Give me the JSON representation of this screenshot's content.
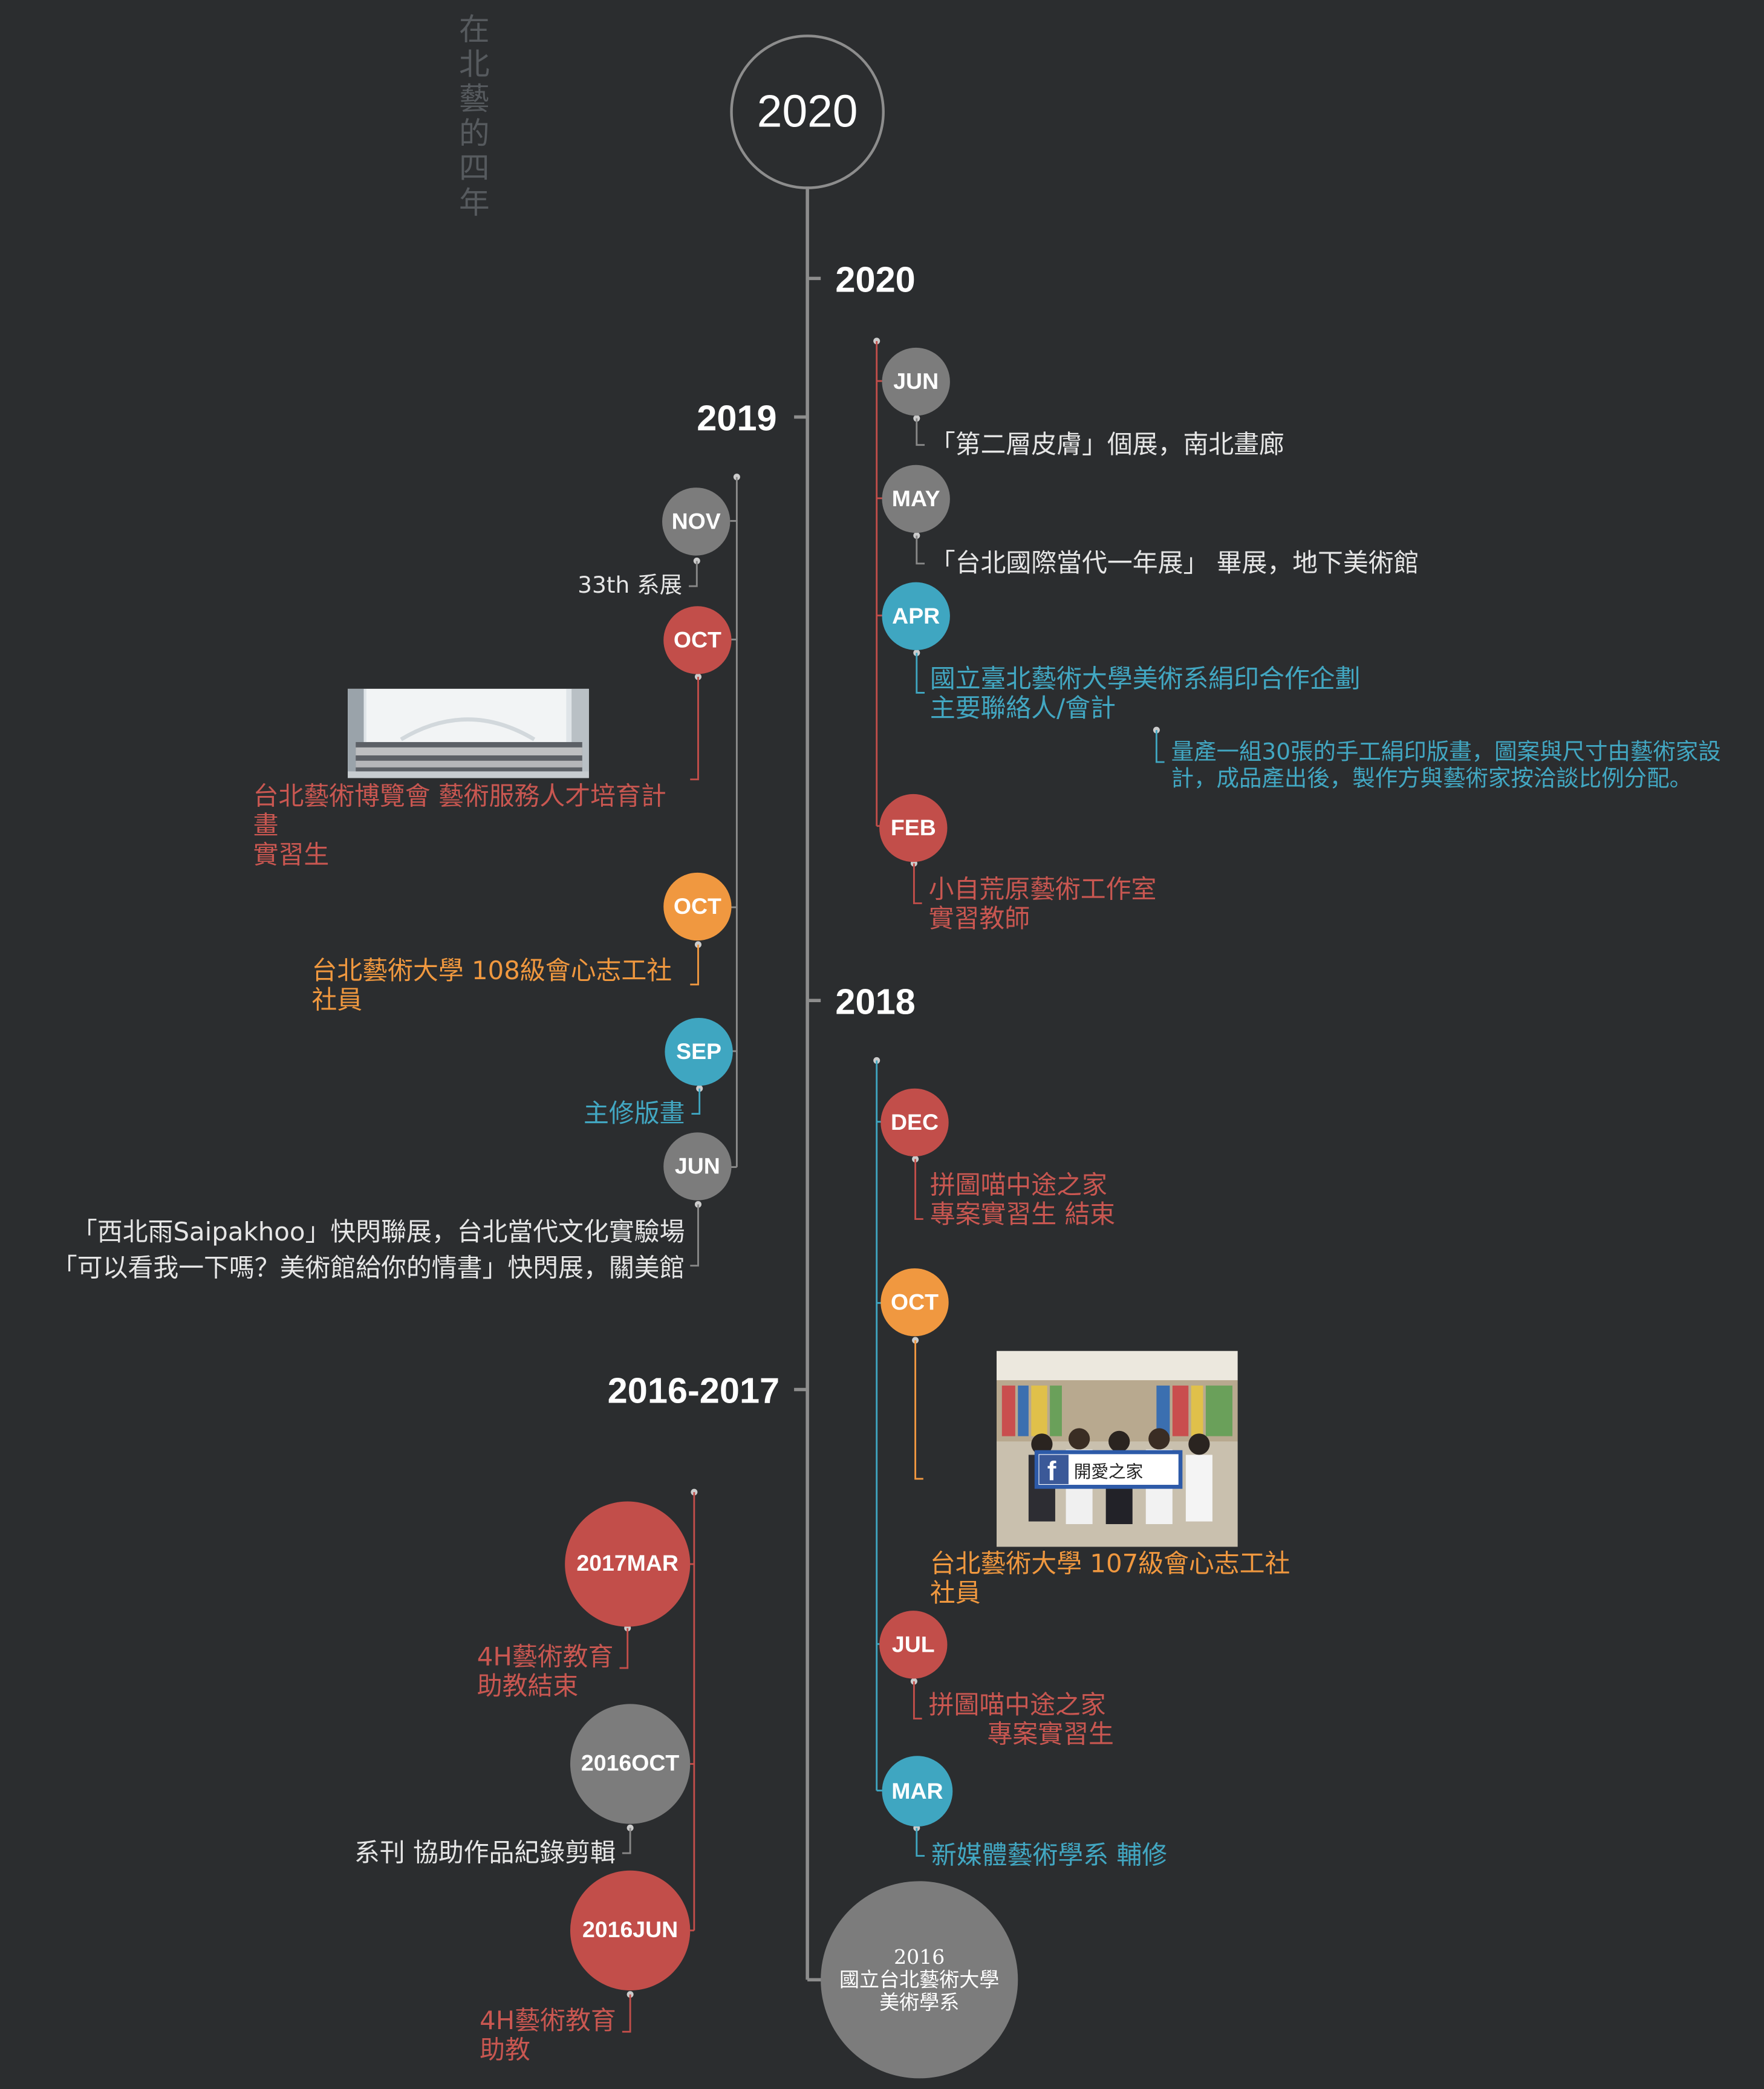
{
  "side_title": "在北藝的四年",
  "top_year": "2020",
  "years": {
    "y2020": "2020",
    "y2019": "2019",
    "y2018": "2018",
    "y2016": "2016-2017"
  },
  "right_2020": [
    {
      "month": "JUN",
      "lines": [
        "「第二層皮膚」個展，南北畫廊"
      ]
    },
    {
      "month": "MAY",
      "lines": [
        "「台北國際當代一年展」 畢展，地下美術館"
      ]
    },
    {
      "month": "APR",
      "lines": [
        "國立臺北藝術大學美術系絹印合作企劃",
        "主要聯絡人/會計"
      ],
      "note": [
        "量產一組30張的手工絹印版畫，圖案與尺寸由藝術家設",
        "計，成品產出後，製作方與藝術家按洽談比例分配。"
      ]
    },
    {
      "month": "FEB",
      "lines": [
        "小自荒原藝術工作室",
        "實習教師"
      ]
    }
  ],
  "left_2019": [
    {
      "month": "NOV",
      "lines": [
        "33th 系展"
      ]
    },
    {
      "month": "OCT",
      "lines": [
        "台北藝術博覽會 藝術服務人才培育計",
        "畫",
        "實習生"
      ]
    },
    {
      "month": "OCT",
      "lines": [
        "台北藝術大學 108級會心志工社",
        "社員"
      ]
    },
    {
      "month": "SEP",
      "lines": [
        "主修版畫"
      ]
    },
    {
      "month": "JUN",
      "lines": [
        "「西北雨Saipakhoo」快閃聯展，台北當代文化實驗場",
        "「可以看我一下嗎？美術館給你的情書」快閃展，關美館"
      ]
    }
  ],
  "right_2018": [
    {
      "month": "DEC",
      "lines": [
        "拼圖喵中途之家",
        "專案實習生 結束"
      ]
    },
    {
      "month": "OCT",
      "lines": [
        "台北藝術大學 107級會心志工社",
        "社員"
      ]
    },
    {
      "month": "JUL",
      "lines": [
        "拼圖喵中途之家",
        "專案實習生"
      ]
    },
    {
      "month": "MAR",
      "lines": [
        "新媒體藝術學系 輔修"
      ]
    }
  ],
  "left_2016": [
    {
      "month": "2017MAR",
      "lines": [
        "4H藝術教育",
        "助教結束"
      ]
    },
    {
      "month": "2016OCT",
      "lines": [
        "系刊 協助作品紀錄剪輯"
      ]
    },
    {
      "month": "2016JUN",
      "lines": [
        "4H藝術教育",
        "助教"
      ]
    }
  ],
  "origin": {
    "year": "2016",
    "school": "國立台北藝術大學",
    "dept": "美術學系"
  },
  "photo_sign": "開愛之家",
  "colors": {
    "bg": "#2b2d2f",
    "gray": "#7c7c7c",
    "red": "#c24e4a",
    "blue": "#3fa6c1",
    "orange": "#f09840",
    "line": "#8d8d8d"
  }
}
